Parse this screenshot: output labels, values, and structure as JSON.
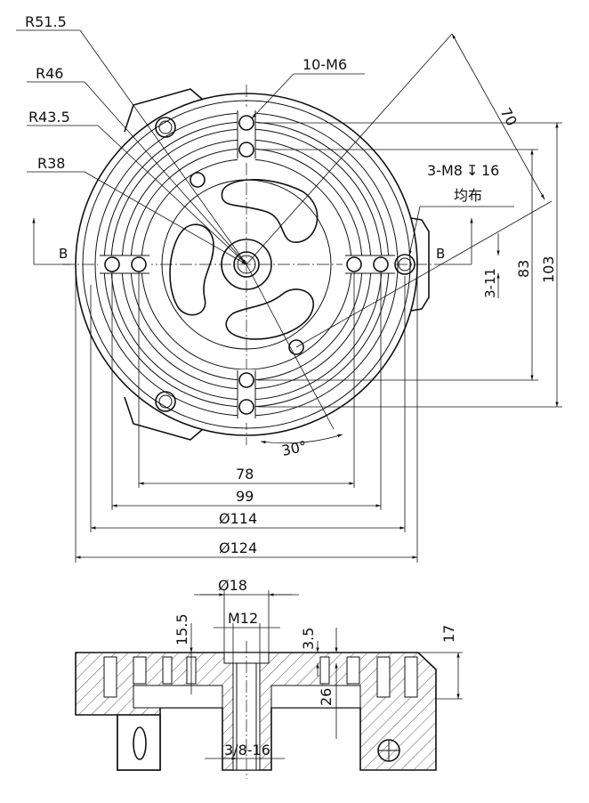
{
  "labels": {
    "r51_5": "R51.5",
    "r46": "R46",
    "r43_5": "R43.5",
    "r38": "R38",
    "holes_m6": "10-M6",
    "dim_70": "70",
    "holes_m8": "3-M8",
    "depth_symbol": "↧",
    "depth_value": "16",
    "evenly_spaced": "均布",
    "section_left": "B",
    "section_right": "B",
    "dim_3_11": "3-11",
    "dim_83": "83",
    "dim_103": "103",
    "angle_30": "30°",
    "dim_78": "78",
    "dim_99": "99",
    "dia_114": "Ø114",
    "dia_124": "Ø124",
    "dia_18": "Ø18",
    "dim_15_5": "15.5",
    "thread_m12": "M12",
    "dim_3_5": "3.5",
    "dim_17": "17",
    "dim_26": "26",
    "thread_3_8_16": "3/8-16"
  }
}
